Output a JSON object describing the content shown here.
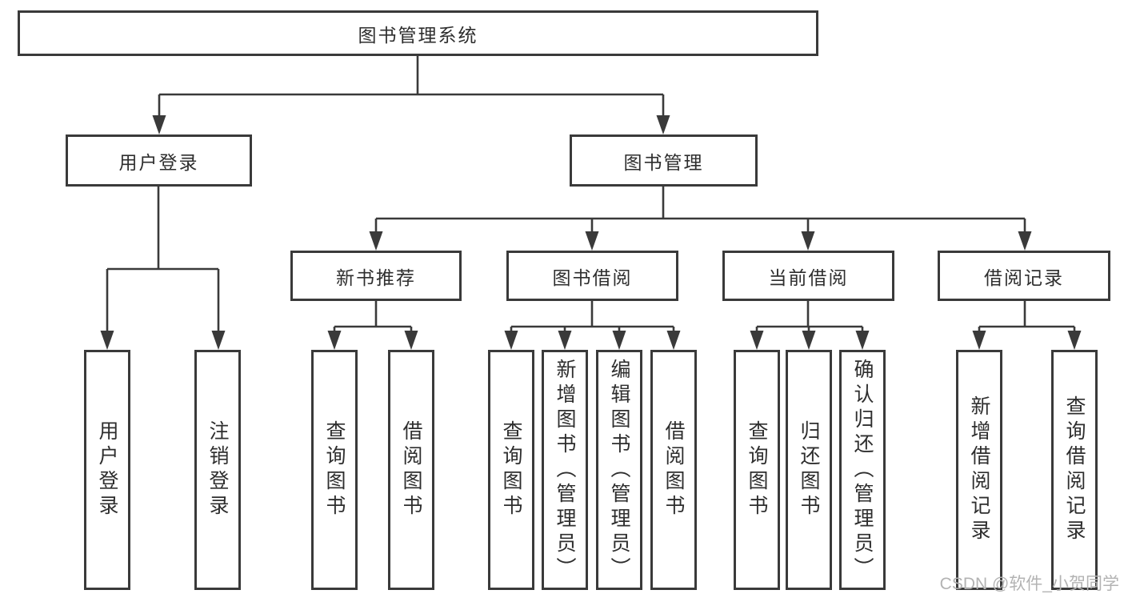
{
  "diagram": {
    "title": "图书管理系统",
    "root": {
      "label": "图书管理系统"
    },
    "level2": [
      {
        "id": "user-login",
        "label": "用户登录"
      },
      {
        "id": "book-manage",
        "label": "图书管理"
      }
    ],
    "level3": [
      {
        "id": "new-book-recommend",
        "label": "新书推荐",
        "parent": "图书管理"
      },
      {
        "id": "book-borrow",
        "label": "图书借阅",
        "parent": "图书管理"
      },
      {
        "id": "current-borrow",
        "label": "当前借阅",
        "parent": "图书管理"
      },
      {
        "id": "borrow-record",
        "label": "借阅记录",
        "parent": "图书管理"
      }
    ],
    "leaves": [
      {
        "id": "user-login-leaf",
        "label": "用户登录",
        "parent": "用户登录"
      },
      {
        "id": "logout-leaf",
        "label": "注销登录",
        "parent": "用户登录"
      },
      {
        "id": "query-book-1",
        "label": "查询图书",
        "parent": "新书推荐"
      },
      {
        "id": "borrow-book-1",
        "label": "借阅图书",
        "parent": "新书推荐"
      },
      {
        "id": "query-book-2",
        "label": "查询图书",
        "parent": "图书借阅"
      },
      {
        "id": "add-book-admin",
        "label": "新增图书（管理员）",
        "parent": "图书借阅"
      },
      {
        "id": "edit-book-admin",
        "label": "编辑图书（管理员）",
        "parent": "图书借阅"
      },
      {
        "id": "borrow-book-2",
        "label": "借阅图书",
        "parent": "图书借阅"
      },
      {
        "id": "query-book-3",
        "label": "查询图书",
        "parent": "当前借阅"
      },
      {
        "id": "return-book",
        "label": "归还图书",
        "parent": "当前借阅"
      },
      {
        "id": "confirm-return",
        "label": "确认归还（管理员）",
        "parent": "当前借阅"
      },
      {
        "id": "add-borrow-record",
        "label": "新增借阅记录",
        "parent": "借阅记录"
      },
      {
        "id": "query-borrow-record",
        "label": "查询借阅记录",
        "parent": "借阅记录"
      }
    ],
    "colors": {
      "line": "#3a3a3a",
      "text": "#2e2e2e",
      "box_bg": "#ffffff",
      "watermark": "#b3b3b3"
    },
    "watermark": "CSDN @软件_小贺同学"
  }
}
